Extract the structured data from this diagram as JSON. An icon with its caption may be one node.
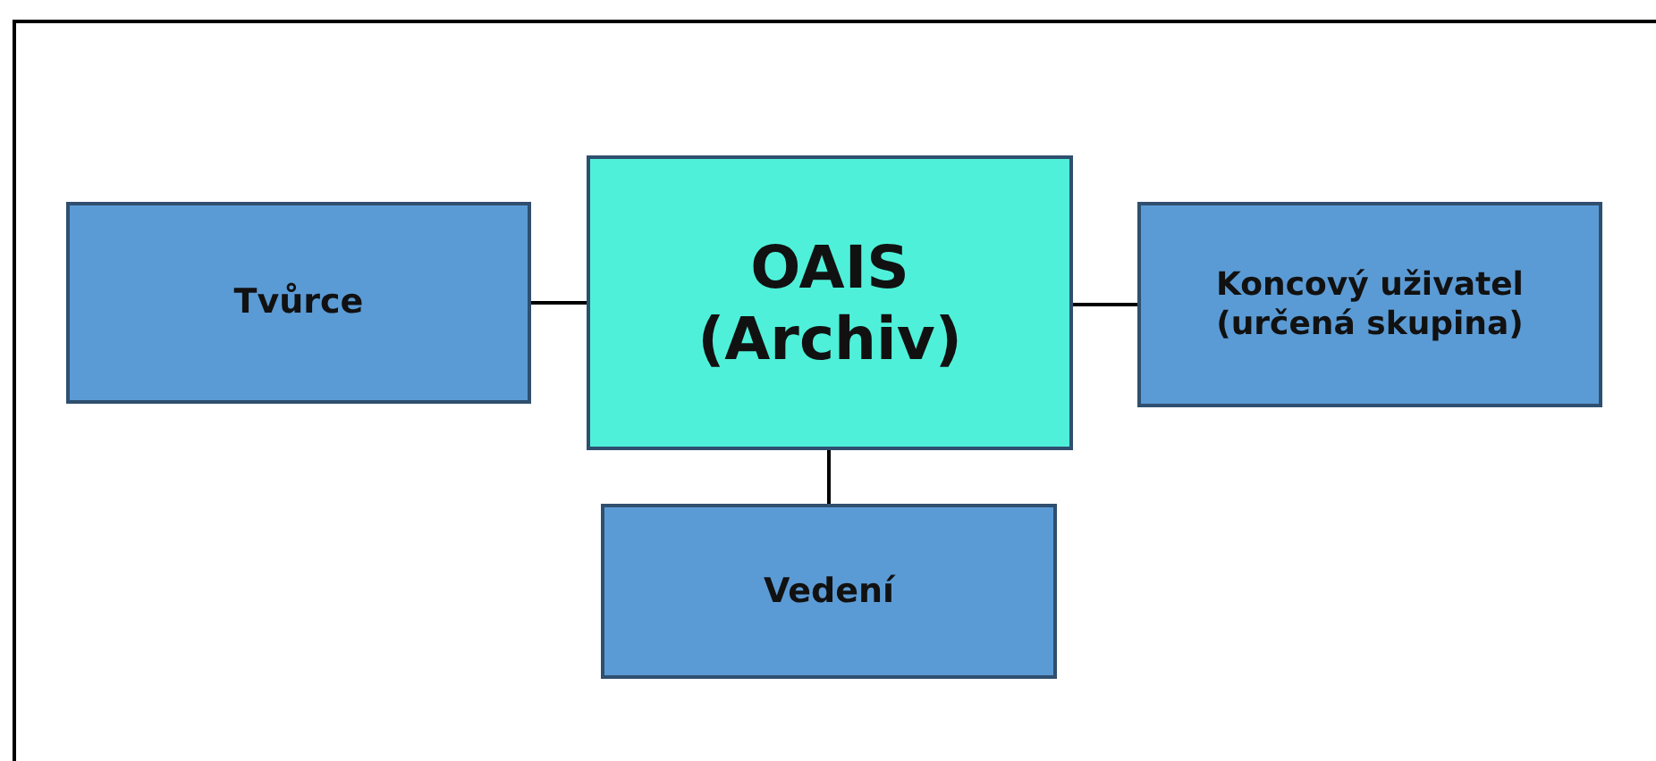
{
  "diagram": {
    "nodes": [
      {
        "text": [
          "Tvůrce"
        ]
      },
      {
        "text": [
          "OAIS (Archiv)"
        ]
      },
      {
        "text": [
          "Koncový uživatel (určená skupina)"
        ]
      },
      {
        "text": [
          "Vedení"
        ]
      }
    ],
    "edges": [
      {
        "from": 0,
        "to": 1,
        "arrow": "none"
      },
      {
        "from": 1,
        "to": 2,
        "arrow": "none"
      },
      {
        "from": 1,
        "to": 3,
        "arrow": "none"
      }
    ]
  }
}
